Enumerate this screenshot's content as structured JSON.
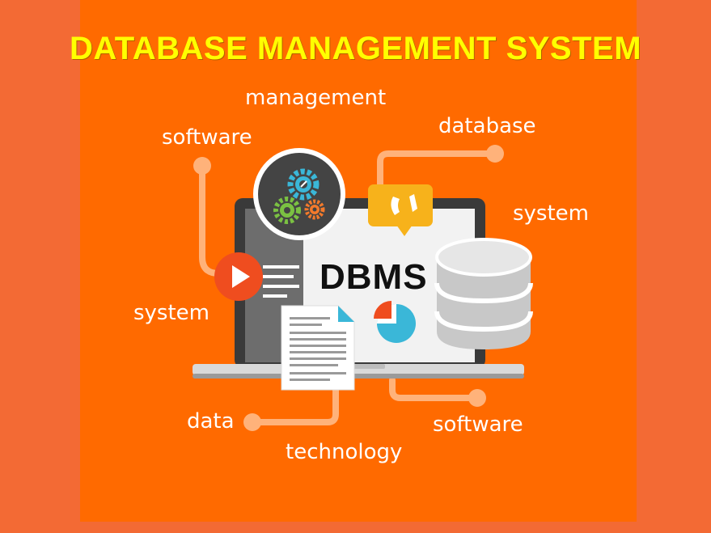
{
  "title": "DATABASE MANAGEMENT SYSTEM",
  "center_label": "DBMS",
  "keywords": {
    "management": "management",
    "software_top": "software",
    "database": "database",
    "system_right": "system",
    "system_left": "system",
    "data": "data",
    "technology": "technology",
    "software_bottom": "software"
  },
  "colors": {
    "background": "#f36a34",
    "panel": "#ff6a00",
    "title": "#ffff00",
    "connector": "#ffb27a"
  },
  "icons": [
    "gears-icon",
    "chat-bubble-icon",
    "play-icon",
    "database-cylinder-icon",
    "document-icon",
    "pie-chart-icon",
    "laptop-icon"
  ]
}
